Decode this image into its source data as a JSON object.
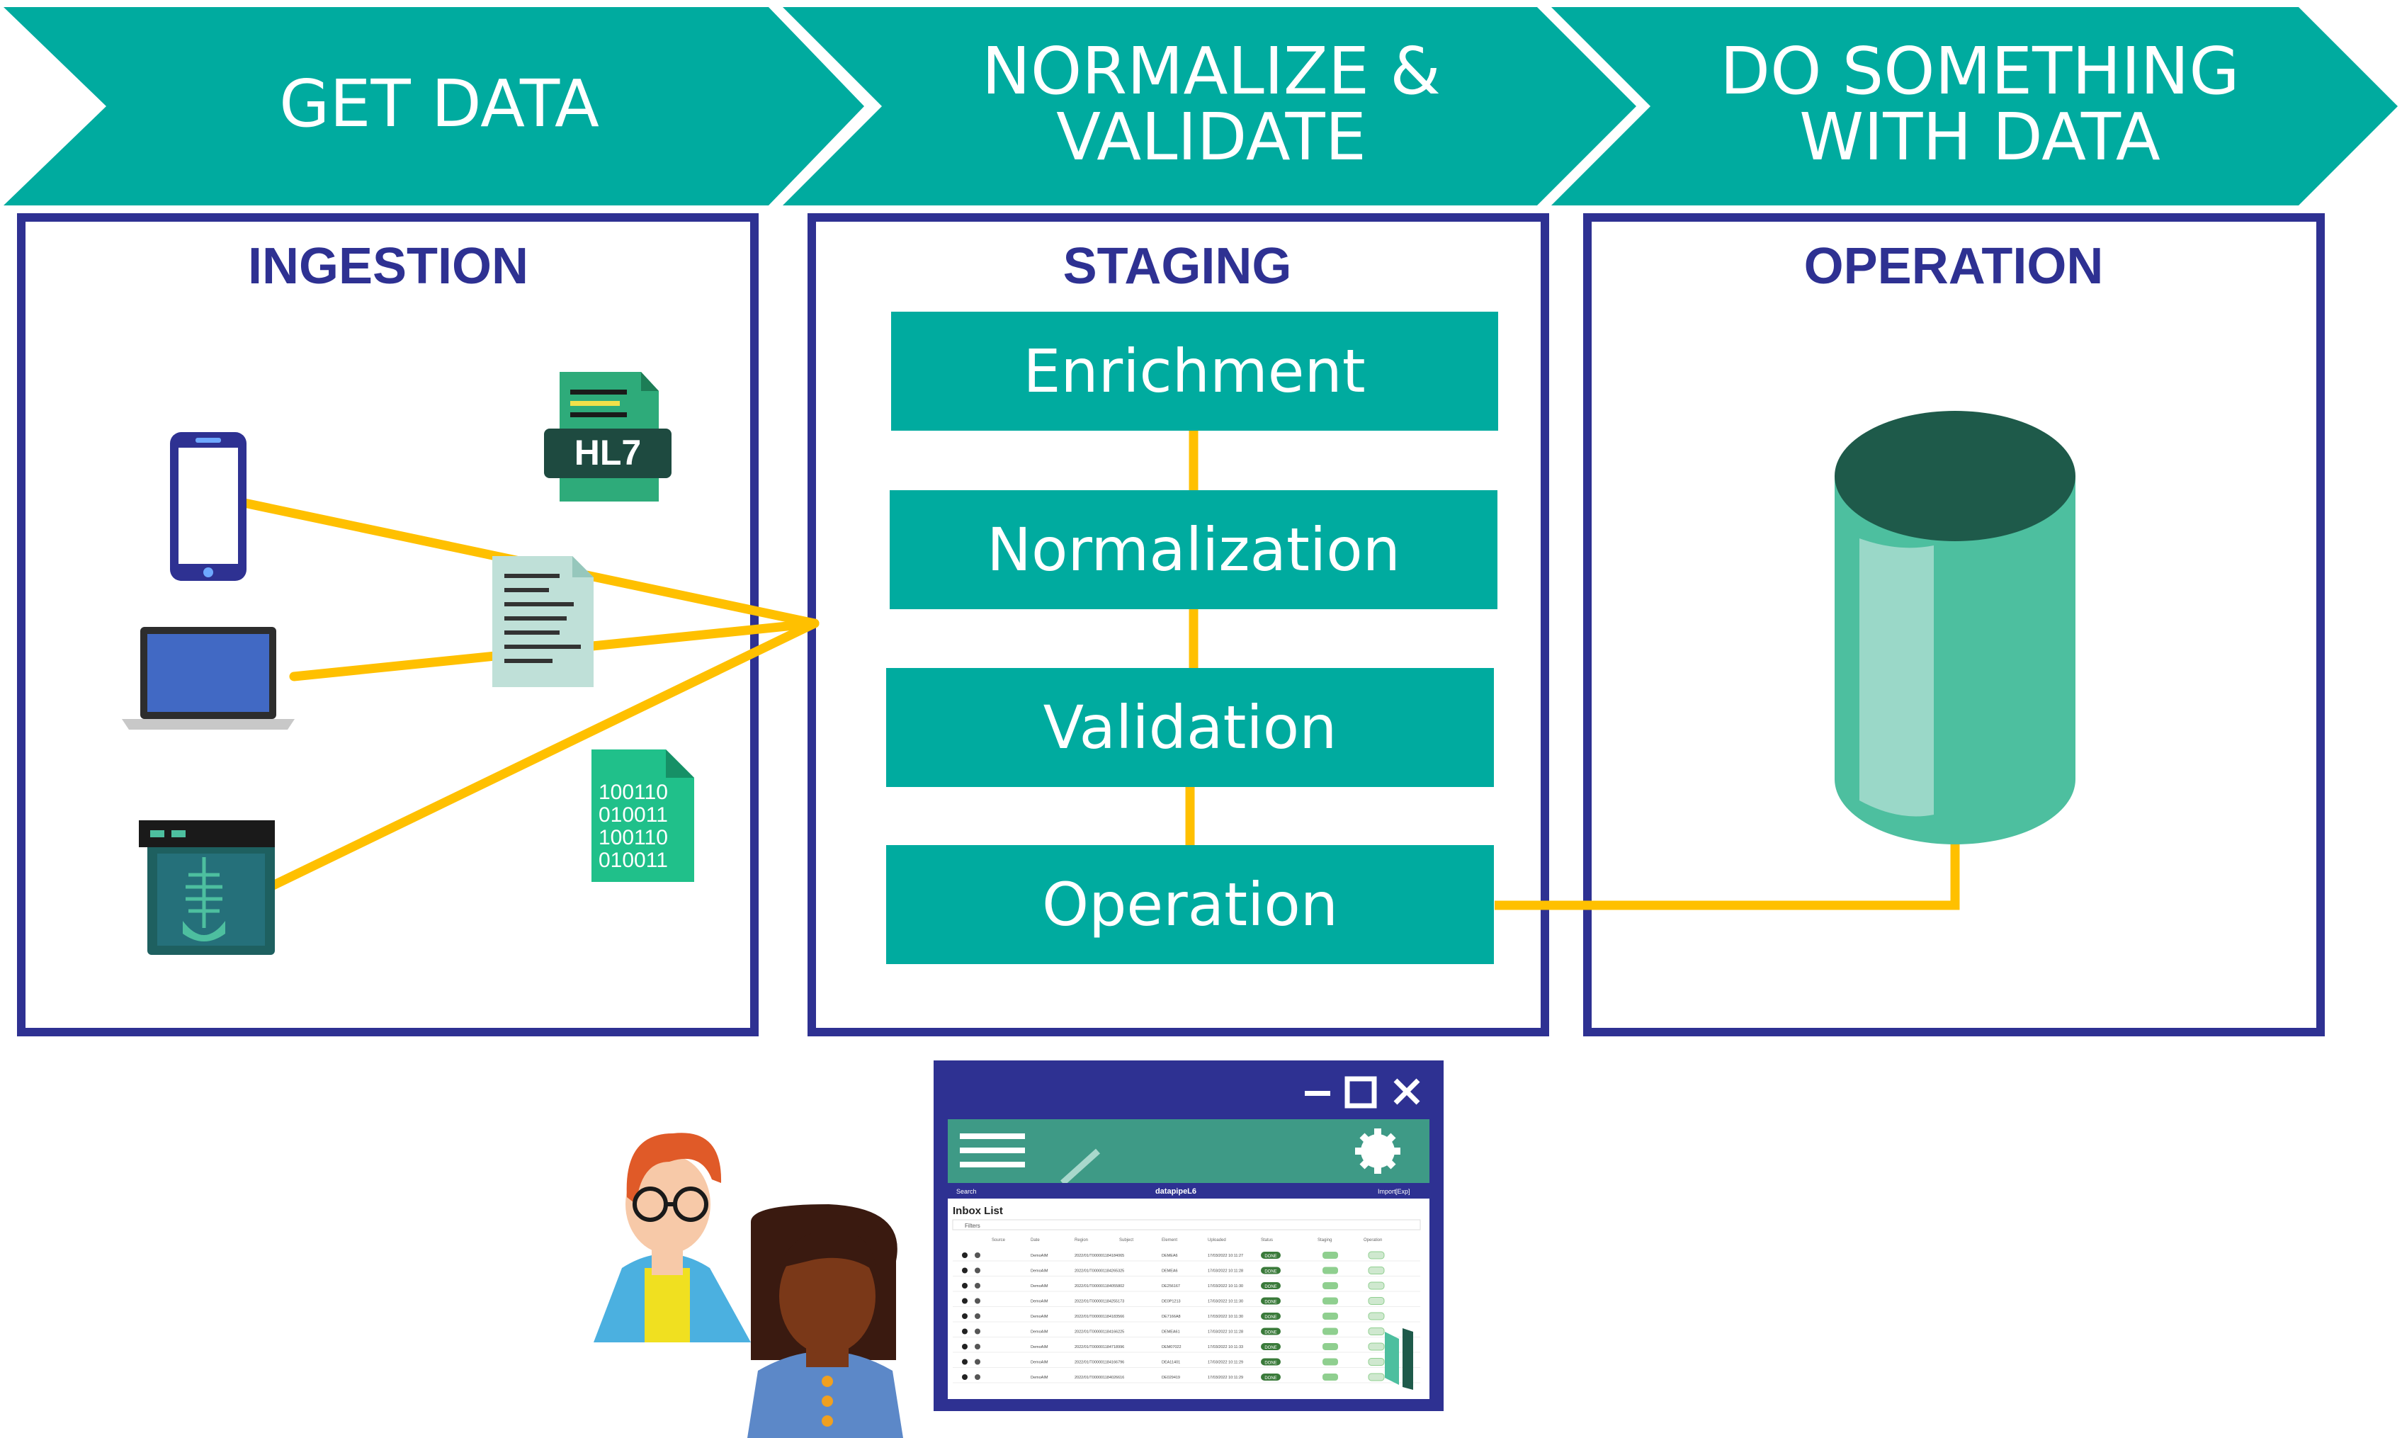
{
  "chevrons": [
    {
      "lines": [
        "GET DATA"
      ]
    },
    {
      "lines": [
        "NORMALIZE &",
        "VALIDATE"
      ]
    },
    {
      "lines": [
        "DO SOMETHING",
        "WITH DATA"
      ]
    }
  ],
  "panels": {
    "ingestion": "INGESTION",
    "staging": "STAGING",
    "operation": "OPERATION"
  },
  "stages": [
    "Enrichment",
    "Normalization",
    "Validation",
    "Operation"
  ],
  "icons": {
    "hl7_label": "HL7",
    "binary_lines": [
      "100110",
      "010011",
      "100110",
      "010011"
    ]
  },
  "app_window": {
    "search_label": "Search",
    "brand": "datapipeL6",
    "import_label": "Import",
    "user_label": "[Exp]",
    "inbox_title": "Inbox List",
    "filters_label": "Filters",
    "columns": [
      "Source",
      "Date",
      "Region",
      "Subject",
      "Element",
      "Uploaded",
      "Status",
      "Staging",
      "Operation"
    ],
    "rows": [
      {
        "source": "DemoAIM",
        "date": "2022/01/T000001184184065",
        "region": "DEMEA6",
        "subject": "17/03/2022 10:11:27",
        "status": "DONE"
      },
      {
        "source": "DemoAIM",
        "date": "2022/01/T000001184265325",
        "region": "DEMEA6",
        "subject": "17/03/2022 10:11:28",
        "status": "DONE"
      },
      {
        "source": "DemoAIM",
        "date": "2022/01/T000001184055802",
        "region": "DE256167",
        "subject": "17/03/2022 10:11:30",
        "status": "DONE"
      },
      {
        "source": "DemoAIM",
        "date": "2022/01/T000001184255173",
        "region": "DE0P1213",
        "subject": "17/03/2022 10:11:30",
        "status": "DONE"
      },
      {
        "source": "DemoAIM",
        "date": "2022/01/T000001184183566",
        "region": "DE7166A8",
        "subject": "17/03/2022 10:11:30",
        "status": "DONE"
      },
      {
        "source": "DemoAIM",
        "date": "2022/01/T000001184166225",
        "region": "DEMEA61",
        "subject": "17/03/2022 10:11:28",
        "status": "DONE"
      },
      {
        "source": "DemoAIM",
        "date": "2022/01/T000001184718996",
        "region": "DEM07022",
        "subject": "17/03/2022 10:11:33",
        "status": "DONE"
      },
      {
        "source": "DemoAIM",
        "date": "2022/01/T000001184166796",
        "region": "DEA11401",
        "subject": "17/03/2022 10:11:29",
        "status": "DONE"
      },
      {
        "source": "DemoAIM",
        "date": "2022/01/T000001184026616",
        "region": "DE029419",
        "subject": "17/03/2022 10:11:29",
        "status": "DONE"
      }
    ]
  },
  "colors": {
    "teal": "#00ab9f",
    "navy": "#2e3192",
    "connector": "#ffc000",
    "db_body": "#4dbf9f",
    "db_top": "#1e5a4a"
  }
}
